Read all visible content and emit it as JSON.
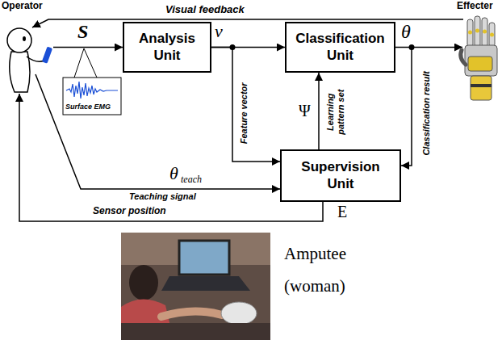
{
  "diagram": {
    "nodes": [
      {
        "text": [
          "Analysis Unit"
        ]
      },
      {
        "text": [
          "Classification Unit"
        ]
      },
      {
        "text": [
          "Supervision Unit"
        ]
      }
    ],
    "edges": [
      {
        "from": 0,
        "to": 1,
        "arrow": "to",
        "label": "ν"
      },
      {
        "from": 0,
        "to": 2,
        "arrow": "to",
        "label": "Feature vector"
      },
      {
        "from": 2,
        "to": 1,
        "arrow": "to",
        "label": "Learning pattern set"
      },
      {
        "from": 1,
        "to": 2,
        "arrow": "to",
        "label": "Classification result"
      }
    ],
    "labels": [
      "Operator",
      "Visual feedback",
      "Effecter",
      "S",
      "θ",
      "Surface EMG",
      "Ψ",
      "θ",
      "teach",
      "Teaching signal",
      "Sensor position",
      "E",
      "Amputee (woman)"
    ]
  }
}
